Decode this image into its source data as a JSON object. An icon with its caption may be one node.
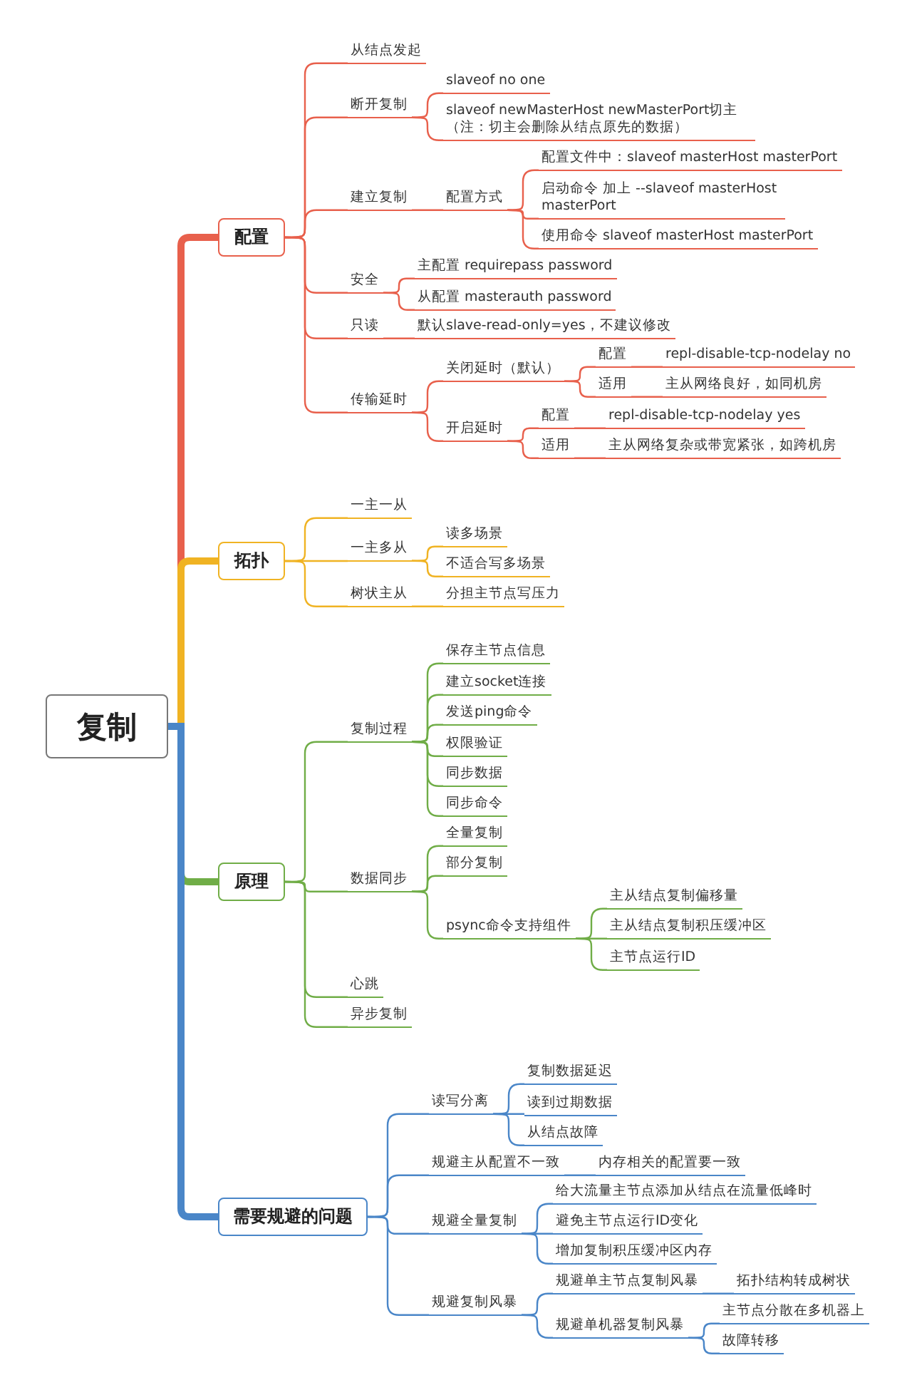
{
  "diagram": {
    "nodes": [
      {
        "text": [
          "复制"
        ]
      },
      {
        "text": [
          "配置"
        ]
      },
      {
        "text": [
          "从结点发起"
        ]
      },
      {
        "text": [
          "断开复制"
        ]
      },
      {
        "text": [
          "slaveof no one"
        ]
      },
      {
        "text": [
          "slaveof newMasterHost newMasterPort切主（注：切主会删除从结点原先的数据）"
        ]
      },
      {
        "text": [
          "建立复制"
        ]
      },
      {
        "text": [
          "配置方式"
        ]
      },
      {
        "text": [
          "配置文件中：slaveof masterHost masterPort"
        ]
      },
      {
        "text": [
          "启动命令 加上 --slaveof masterHost masterPort"
        ]
      },
      {
        "text": [
          "使用命令 slaveof masterHost masterPort"
        ]
      },
      {
        "text": [
          "安全"
        ]
      },
      {
        "text": [
          "主配置 requirepass password"
        ]
      },
      {
        "text": [
          "从配置 masterauth password"
        ]
      },
      {
        "text": [
          "只读"
        ]
      },
      {
        "text": [
          "默认slave-read-only=yes，不建议修改"
        ]
      },
      {
        "text": [
          "传输延时"
        ]
      },
      {
        "text": [
          "关闭延时（默认）"
        ]
      },
      {
        "text": [
          "配置"
        ]
      },
      {
        "text": [
          "repl-disable-tcp-nodelay no"
        ]
      },
      {
        "text": [
          "适用"
        ]
      },
      {
        "text": [
          "主从网络良好，如同机房"
        ]
      },
      {
        "text": [
          "开启延时"
        ]
      },
      {
        "text": [
          "配置"
        ]
      },
      {
        "text": [
          "repl-disable-tcp-nodelay yes"
        ]
      },
      {
        "text": [
          "适用"
        ]
      },
      {
        "text": [
          "主从网络复杂或带宽紧张，如跨机房"
        ]
      },
      {
        "text": [
          "拓扑"
        ]
      },
      {
        "text": [
          "一主一从"
        ]
      },
      {
        "text": [
          "一主多从"
        ]
      },
      {
        "text": [
          "读多场景"
        ]
      },
      {
        "text": [
          "不适合写多场景"
        ]
      },
      {
        "text": [
          "树状主从"
        ]
      },
      {
        "text": [
          "分担主节点写压力"
        ]
      },
      {
        "text": [
          "原理"
        ]
      },
      {
        "text": [
          "复制过程"
        ]
      },
      {
        "text": [
          "保存主节点信息"
        ]
      },
      {
        "text": [
          "建立socket连接"
        ]
      },
      {
        "text": [
          "发送ping命令"
        ]
      },
      {
        "text": [
          "权限验证"
        ]
      },
      {
        "text": [
          "同步数据"
        ]
      },
      {
        "text": [
          "同步命令"
        ]
      },
      {
        "text": [
          "数据同步"
        ]
      },
      {
        "text": [
          "全量复制"
        ]
      },
      {
        "text": [
          "部分复制"
        ]
      },
      {
        "text": [
          "psync命令支持组件"
        ]
      },
      {
        "text": [
          "主从结点复制偏移量"
        ]
      },
      {
        "text": [
          "主从结点复制积压缓冲区"
        ]
      },
      {
        "text": [
          "主节点运行ID"
        ]
      },
      {
        "text": [
          "心跳"
        ]
      },
      {
        "text": [
          "异步复制"
        ]
      },
      {
        "text": [
          "需要规避的问题"
        ]
      },
      {
        "text": [
          "读写分离"
        ]
      },
      {
        "text": [
          "复制数据延迟"
        ]
      },
      {
        "text": [
          "读到过期数据"
        ]
      },
      {
        "text": [
          "从结点故障"
        ]
      },
      {
        "text": [
          "规避主从配置不一致"
        ]
      },
      {
        "text": [
          "内存相关的配置要一致"
        ]
      },
      {
        "text": [
          "规避全量复制"
        ]
      },
      {
        "text": [
          "给大流量主节点添加从结点在流量低峰时"
        ]
      },
      {
        "text": [
          "避免主节点运行ID变化"
        ]
      },
      {
        "text": [
          "增加复制积压缓冲区内存"
        ]
      },
      {
        "text": [
          "规避复制风暴"
        ]
      },
      {
        "text": [
          "规避单主节点复制风暴"
        ]
      },
      {
        "text": [
          "拓扑结构转成树状"
        ]
      },
      {
        "text": [
          "规避单机器复制风暴"
        ]
      },
      {
        "text": [
          "主节点分散在多机器上"
        ]
      },
      {
        "text": [
          "故障转移"
        ]
      }
    ],
    "edges": [
      {
        "from": 0,
        "to": 1,
        "arrow": "none",
        "style": "thick"
      },
      {
        "from": 1,
        "to": 2,
        "arrow": "none"
      },
      {
        "from": 1,
        "to": 3,
        "arrow": "none"
      },
      {
        "from": 3,
        "to": 4,
        "arrow": "none"
      },
      {
        "from": 3,
        "to": 5,
        "arrow": "none"
      },
      {
        "from": 1,
        "to": 6,
        "arrow": "none"
      },
      {
        "from": 6,
        "to": 7,
        "arrow": "none"
      },
      {
        "from": 7,
        "to": 8,
        "arrow": "none"
      },
      {
        "from": 7,
        "to": 9,
        "arrow": "none"
      },
      {
        "from": 7,
        "to": 10,
        "arrow": "none"
      },
      {
        "from": 1,
        "to": 11,
        "arrow": "none"
      },
      {
        "from": 11,
        "to": 12,
        "arrow": "none"
      },
      {
        "from": 11,
        "to": 13,
        "arrow": "none"
      },
      {
        "from": 1,
        "to": 14,
        "arrow": "none"
      },
      {
        "from": 14,
        "to": 15,
        "arrow": "none"
      },
      {
        "from": 1,
        "to": 16,
        "arrow": "none"
      },
      {
        "from": 16,
        "to": 17,
        "arrow": "none"
      },
      {
        "from": 17,
        "to": 18,
        "arrow": "none"
      },
      {
        "from": 18,
        "to": 19,
        "arrow": "none"
      },
      {
        "from": 17,
        "to": 20,
        "arrow": "none"
      },
      {
        "from": 20,
        "to": 21,
        "arrow": "none"
      },
      {
        "from": 16,
        "to": 22,
        "arrow": "none"
      },
      {
        "from": 22,
        "to": 23,
        "arrow": "none"
      },
      {
        "from": 23,
        "to": 24,
        "arrow": "none"
      },
      {
        "from": 22,
        "to": 25,
        "arrow": "none"
      },
      {
        "from": 25,
        "to": 26,
        "arrow": "none"
      },
      {
        "from": 0,
        "to": 27,
        "arrow": "none",
        "style": "thick",
        "color": "#f0b323"
      },
      {
        "from": 27,
        "to": 28,
        "arrow": "none",
        "color": "#f0b323"
      },
      {
        "from": 27,
        "to": 29,
        "arrow": "none",
        "color": "#f0b323"
      },
      {
        "from": 29,
        "to": 30,
        "arrow": "none",
        "color": "#f0b323"
      },
      {
        "from": 29,
        "to": 31,
        "arrow": "none",
        "color": "#f0b323"
      },
      {
        "from": 27,
        "to": 32,
        "arrow": "none",
        "color": "#f0b323"
      },
      {
        "from": 32,
        "to": 33,
        "arrow": "none",
        "color": "#f0b323"
      },
      {
        "from": 0,
        "to": 34,
        "arrow": "none",
        "style": "thick",
        "color": "#70ad47"
      },
      {
        "from": 34,
        "to": 35,
        "arrow": "none",
        "color": "#70ad47"
      },
      {
        "from": 35,
        "to": 36,
        "arrow": "none",
        "color": "#70ad47"
      },
      {
        "from": 35,
        "to": 37,
        "arrow": "none",
        "color": "#70ad47"
      },
      {
        "from": 35,
        "to": 38,
        "arrow": "none",
        "color": "#70ad47"
      },
      {
        "from": 35,
        "to": 39,
        "arrow": "none",
        "color": "#70ad47"
      },
      {
        "from": 35,
        "to": 40,
        "arrow": "none",
        "color": "#70ad47"
      },
      {
        "from": 35,
        "to": 41,
        "arrow": "none",
        "color": "#70ad47"
      },
      {
        "from": 34,
        "to": 42,
        "arrow": "none",
        "color": "#70ad47"
      },
      {
        "from": 42,
        "to": 43,
        "arrow": "none",
        "color": "#70ad47"
      },
      {
        "from": 42,
        "to": 44,
        "arrow": "none",
        "color": "#70ad47"
      },
      {
        "from": 42,
        "to": 45,
        "arrow": "none",
        "color": "#70ad47"
      },
      {
        "from": 45,
        "to": 46,
        "arrow": "none",
        "color": "#70ad47"
      },
      {
        "from": 45,
        "to": 47,
        "arrow": "none",
        "color": "#70ad47"
      },
      {
        "from": 45,
        "to": 48,
        "arrow": "none",
        "color": "#70ad47"
      },
      {
        "from": 34,
        "to": 49,
        "arrow": "none",
        "color": "#70ad47"
      },
      {
        "from": 34,
        "to": 50,
        "arrow": "none",
        "color": "#70ad47"
      },
      {
        "from": 0,
        "to": 51,
        "arrow": "none",
        "style": "thick",
        "color": "#4a86c8"
      },
      {
        "from": 51,
        "to": 52,
        "arrow": "none",
        "color": "#4a86c8"
      },
      {
        "from": 52,
        "to": 53,
        "arrow": "none",
        "color": "#4a86c8"
      },
      {
        "from": 52,
        "to": 54,
        "arrow": "none",
        "color": "#4a86c8"
      },
      {
        "from": 52,
        "to": 55,
        "arrow": "none",
        "color": "#4a86c8"
      },
      {
        "from": 51,
        "to": 56,
        "arrow": "none",
        "color": "#4a86c8"
      },
      {
        "from": 56,
        "to": 57,
        "arrow": "none",
        "color": "#4a86c8"
      },
      {
        "from": 51,
        "to": 58,
        "arrow": "none",
        "color": "#4a86c8"
      },
      {
        "from": 58,
        "to": 59,
        "arrow": "none",
        "color": "#4a86c8"
      },
      {
        "from": 58,
        "to": 60,
        "arrow": "none",
        "color": "#4a86c8"
      },
      {
        "from": 58,
        "to": 61,
        "arrow": "none",
        "color": "#4a86c8"
      },
      {
        "from": 51,
        "to": 62,
        "arrow": "none",
        "color": "#4a86c8"
      },
      {
        "from": 62,
        "to": 63,
        "arrow": "none",
        "color": "#4a86c8"
      },
      {
        "from": 63,
        "to": 64,
        "arrow": "none",
        "color": "#4a86c8"
      },
      {
        "from": 62,
        "to": 65,
        "arrow": "none",
        "color": "#4a86c8"
      },
      {
        "from": 65,
        "to": 66,
        "arrow": "none",
        "color": "#4a86c8"
      },
      {
        "from": 65,
        "to": 67,
        "arrow": "none",
        "color": "#4a86c8"
      }
    ]
  }
}
